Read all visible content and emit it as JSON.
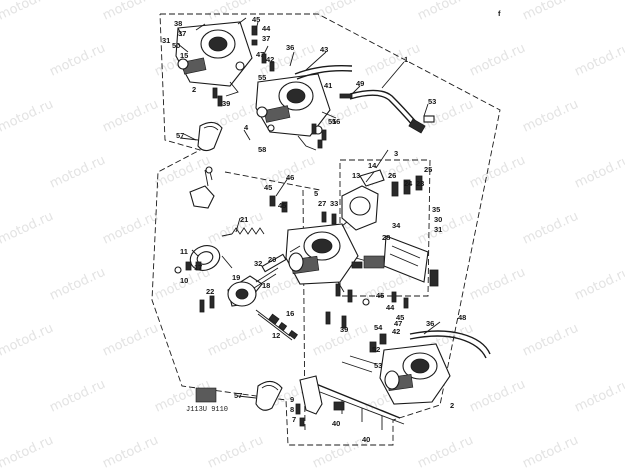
{
  "watermark": "motod.ru",
  "corner_mark": "f",
  "figure_code": "J113U 9110",
  "callouts": [
    {
      "id": "c38a",
      "text": "38"
    },
    {
      "id": "c37a",
      "text": "37"
    },
    {
      "id": "c31a",
      "text": "31"
    },
    {
      "id": "c50a",
      "text": "50"
    },
    {
      "id": "c15a",
      "text": "15"
    },
    {
      "id": "c55a",
      "text": "55"
    },
    {
      "id": "c45a",
      "text": "45"
    },
    {
      "id": "c44a",
      "text": "44"
    },
    {
      "id": "c37b",
      "text": "37"
    },
    {
      "id": "c47a",
      "text": "47"
    },
    {
      "id": "c42a",
      "text": "42"
    },
    {
      "id": "c36a",
      "text": "36"
    },
    {
      "id": "c43a",
      "text": "43"
    },
    {
      "id": "c1a",
      "text": "1"
    },
    {
      "id": "c2a",
      "text": "2"
    },
    {
      "id": "c49a",
      "text": "49"
    },
    {
      "id": "c53a",
      "text": "53"
    },
    {
      "id": "c41a",
      "text": "41"
    },
    {
      "id": "c39a",
      "text": "39"
    },
    {
      "id": "c51a",
      "text": "51"
    },
    {
      "id": "c56a",
      "text": "56"
    },
    {
      "id": "c57a",
      "text": "57"
    },
    {
      "id": "c4a",
      "text": "4"
    },
    {
      "id": "c58a",
      "text": "58"
    },
    {
      "id": "c3a",
      "text": "3"
    },
    {
      "id": "c14a",
      "text": "14"
    },
    {
      "id": "c13a",
      "text": "13"
    },
    {
      "id": "c45b",
      "text": "45"
    },
    {
      "id": "c46a",
      "text": "46"
    },
    {
      "id": "c45c",
      "text": "45"
    },
    {
      "id": "c5a",
      "text": "5"
    },
    {
      "id": "c27a",
      "text": "27"
    },
    {
      "id": "c33a",
      "text": "33"
    },
    {
      "id": "c26a",
      "text": "26"
    },
    {
      "id": "c25a",
      "text": "25"
    },
    {
      "id": "c24a",
      "text": "24"
    },
    {
      "id": "c23a",
      "text": "23"
    },
    {
      "id": "c35a",
      "text": "35"
    },
    {
      "id": "c30a",
      "text": "30"
    },
    {
      "id": "c31b",
      "text": "31"
    },
    {
      "id": "c34a",
      "text": "34"
    },
    {
      "id": "c28a",
      "text": "28"
    },
    {
      "id": "c21a",
      "text": "21"
    },
    {
      "id": "c20a",
      "text": "20"
    },
    {
      "id": "c11a",
      "text": "11"
    },
    {
      "id": "c17a",
      "text": "17"
    },
    {
      "id": "c10a",
      "text": "10"
    },
    {
      "id": "c32a",
      "text": "32"
    },
    {
      "id": "c19a",
      "text": "19"
    },
    {
      "id": "c18a",
      "text": "18"
    },
    {
      "id": "c22a",
      "text": "22"
    },
    {
      "id": "c16a",
      "text": "16"
    },
    {
      "id": "c12a",
      "text": "12"
    },
    {
      "id": "c45d",
      "text": "45"
    },
    {
      "id": "c44b",
      "text": "44"
    },
    {
      "id": "c45e",
      "text": "45"
    },
    {
      "id": "c39b",
      "text": "39"
    },
    {
      "id": "c54a",
      "text": "54"
    },
    {
      "id": "c47b",
      "text": "47"
    },
    {
      "id": "c42b",
      "text": "42"
    },
    {
      "id": "c36b",
      "text": "36"
    },
    {
      "id": "c48a",
      "text": "48"
    },
    {
      "id": "c52a",
      "text": "52"
    },
    {
      "id": "c53b",
      "text": "53"
    },
    {
      "id": "c57b",
      "text": "57"
    },
    {
      "id": "c9a",
      "text": "9"
    },
    {
      "id": "c8a",
      "text": "8"
    },
    {
      "id": "c7a",
      "text": "7"
    },
    {
      "id": "c40a",
      "text": "40"
    },
    {
      "id": "c40b",
      "text": "40"
    },
    {
      "id": "c2b",
      "text": "2"
    }
  ]
}
